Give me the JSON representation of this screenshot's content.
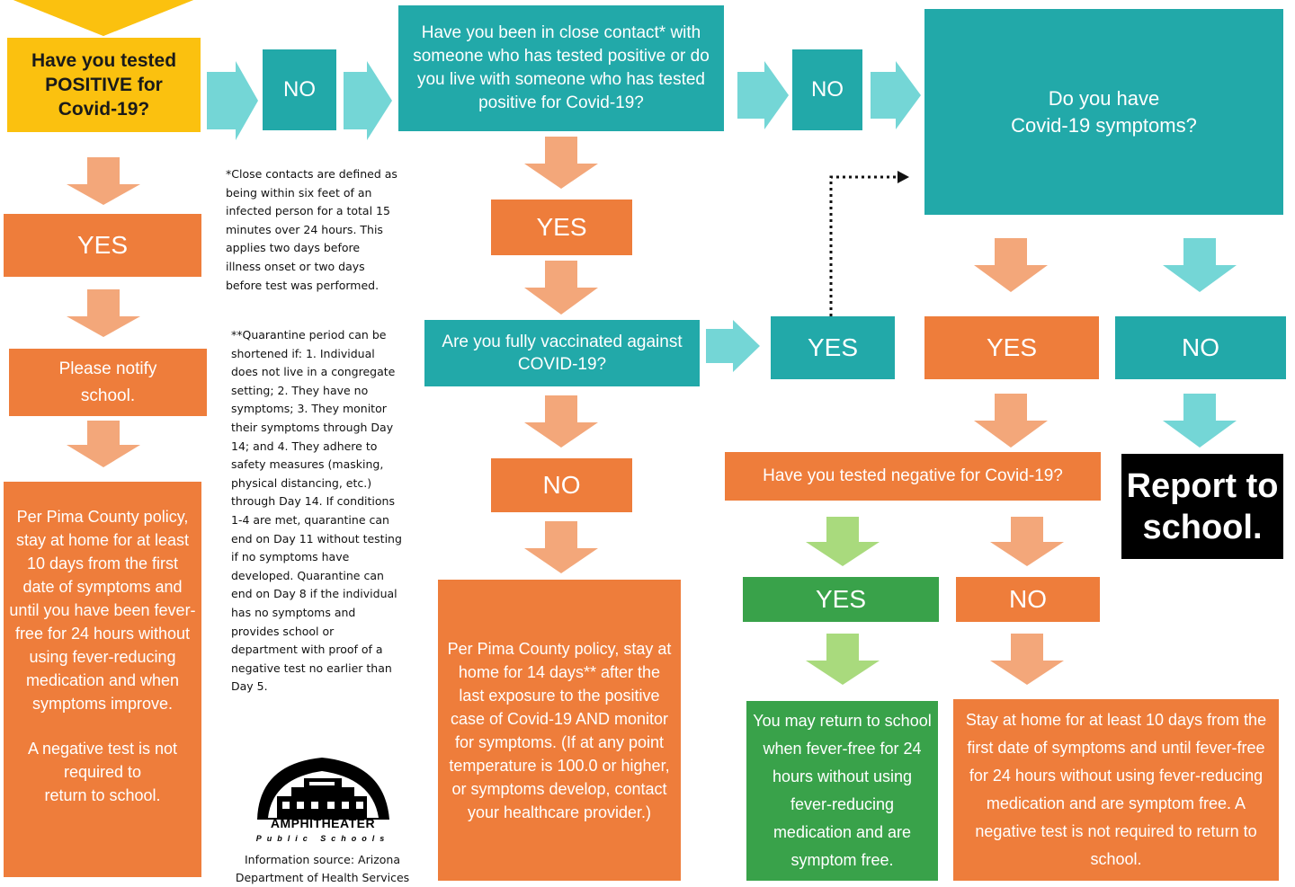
{
  "colors": {
    "orange": "#ee7d3b",
    "teal": "#22a9a9",
    "yellow": "#fbc10f",
    "green": "#39a24a",
    "black": "#000000",
    "arrow_orange": "#f3a77a",
    "arrow_teal": "#74d6d6",
    "arrow_green": "#a9da7d"
  },
  "nodes": {
    "tested_positive_q": "Have you tested POSITIVE for Covid-19?",
    "no_1": "NO",
    "close_contact_q": "Have you been in close contact* with someone who has tested positive or do you live with someone who has tested positive for Covid-19?",
    "no_2": "NO",
    "symptoms_q": "Do you have\nCovid-19 symptoms?",
    "yes_positive": "YES",
    "notify_school": "Please notify\nschool.",
    "pima_policy_10": "Per Pima County policy, stay at home for at least 10 days from the first date of symptoms and until you have been fever-free for 24 hours without using fever-reducing medication and when symptoms improve.",
    "negative_not_required": "A negative test is not required to\nreturn to school.",
    "yes_contact": "YES",
    "vaccinated_q": "Are you fully vaccinated against COVID-19?",
    "yes_vaccinated": "YES",
    "no_vaccinated": "NO",
    "pima_policy_14": "Per Pima County policy, stay at home for 14 days** after the last exposure to the positive case of Covid-19 AND monitor for symptoms. (If at any point temperature is 100.0 or higher, or symptoms develop, contact your healthcare provider.)",
    "yes_symptoms": "YES",
    "no_symptoms": "NO",
    "tested_negative_q": "Have you tested negative for Covid-19?",
    "report_school": "Report to school.",
    "yes_negative": "YES",
    "no_negative": "NO",
    "may_return": "You may return to school when fever-free for 24 hours without using fever-reducing medication and are symptom free.",
    "stay_home_10": "Stay at home for at least 10 days from the first date of  symptoms and until fever-free for 24 hours without using fever-reducing medication and are symptom free. A negative test is not required to return to school."
  },
  "notes": {
    "close_contacts": "*Close contacts are defined as being within six feet of an infected person for a total 15 minutes over 24 hours. This applies two days before illness onset or two days before test was performed.",
    "quarantine": "**Quarantine period can be shortened if: 1. Individual does not live in a congregate setting; 2. They have no symptoms; 3. They monitor their symptoms through Day 14; and 4. They adhere to safety measures (masking, physical distancing, etc.) through Day 14. If conditions 1-4 are met, quarantine can end on Day 11 without testing if no symptoms have developed. Quarantine can end on Day 8 if the individual has no symptoms and provides school or department with proof of a negative test no earlier than Day 5."
  },
  "logo": {
    "name": "AMPHITHEATER",
    "sub": "Public Schools"
  },
  "source": "Information source: Arizona Department of Health Services"
}
